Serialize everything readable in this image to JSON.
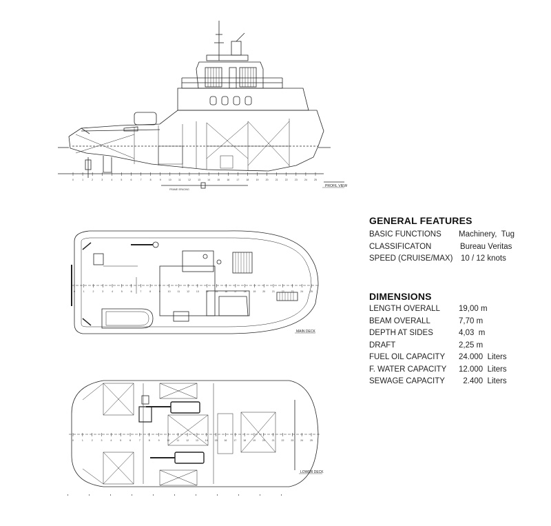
{
  "drawings": {
    "profile_view_label": "PROFIL VIEW",
    "main_deck_label": "MAIN DECK",
    "lower_deck_label": "LOWER DECK",
    "frame_spacing_label": "FRAME SPACING",
    "frame_numbers": [
      "0",
      "1",
      "2",
      "3",
      "4",
      "5",
      "6",
      "7",
      "8",
      "9",
      "10",
      "11",
      "12",
      "13",
      "14",
      "15",
      "16",
      "17",
      "18",
      "19",
      "20",
      "21",
      "22",
      "23",
      "24",
      "25"
    ]
  },
  "general_features": {
    "heading": "GENERAL FEATURES",
    "rows": [
      {
        "label": "BASIC FUNCTIONS",
        "value": "Machinery,  Tug"
      },
      {
        "label": "CLASSIFICATON",
        "value": "Bureau Veritas"
      },
      {
        "label": "SPEED (CRUISE/MAX)",
        "value": "10 / 12 knots"
      }
    ]
  },
  "dimensions": {
    "heading": "DIMENSIONS",
    "rows": [
      {
        "label": "LENGTH OVERALL",
        "value": "19,00 m"
      },
      {
        "label": "BEAM OVERALL",
        "value": "7,70 m"
      },
      {
        "label": "DEPTH AT SIDES",
        "value": "4,03  m"
      },
      {
        "label": "DRAFT",
        "value": "2,25 m"
      },
      {
        "label": "FUEL OIL CAPACITY",
        "value": "24.000  Liters"
      },
      {
        "label": "F. WATER CAPACITY",
        "value": "12.000  Liters"
      },
      {
        "label": "SEWAGE CAPACITY",
        "value": "  2.400  Liters"
      }
    ]
  }
}
